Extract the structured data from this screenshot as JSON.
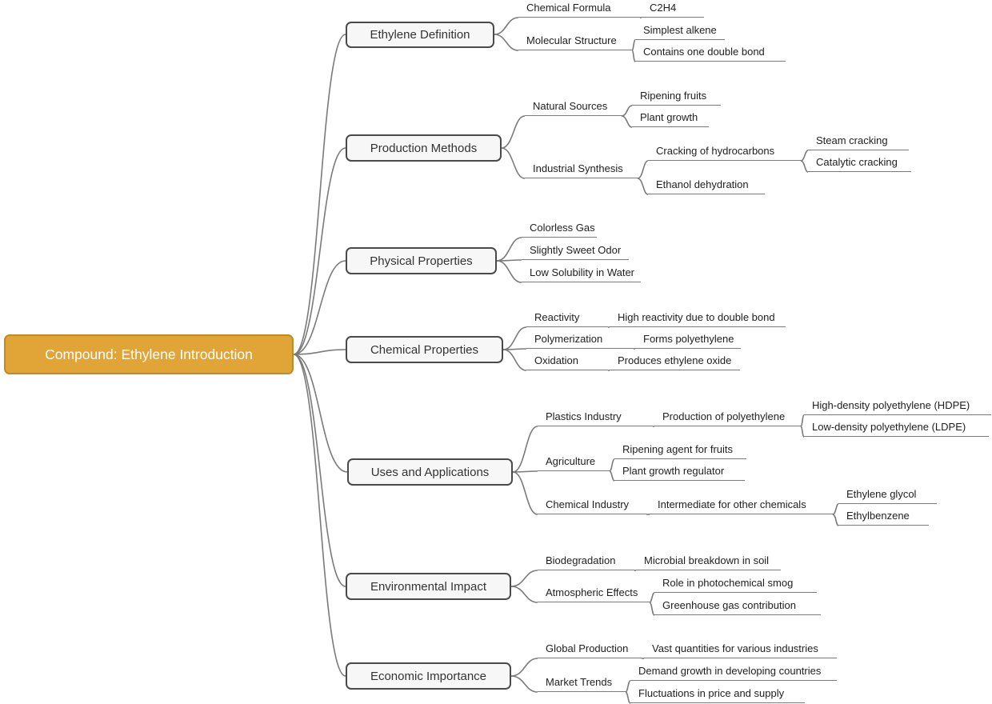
{
  "colors": {
    "background": "#FFFFFF",
    "root_fill": "#E0A437",
    "root_border": "#C08A25",
    "root_text": "#FFFFFF",
    "branch_fill": "#F7F7F7",
    "branch_border": "#4A4A4A",
    "branch_text": "#333333",
    "node_text": "#1E1E1E",
    "line": "#7A7A7A"
  },
  "root": {
    "label": "Compound: Ethylene Introduction"
  },
  "branches": [
    {
      "label": "Ethylene Definition",
      "children": [
        {
          "label": "Chemical Formula",
          "children": [
            {
              "label": "C2H4"
            }
          ]
        },
        {
          "label": "Molecular Structure",
          "children": [
            {
              "label": "Simplest alkene"
            },
            {
              "label": "Contains one double bond"
            }
          ]
        }
      ]
    },
    {
      "label": "Production Methods",
      "children": [
        {
          "label": "Natural Sources",
          "children": [
            {
              "label": "Ripening fruits"
            },
            {
              "label": "Plant growth"
            }
          ]
        },
        {
          "label": "Industrial Synthesis",
          "children": [
            {
              "label": "Cracking of hydrocarbons",
              "children": [
                {
                  "label": "Steam cracking"
                },
                {
                  "label": "Catalytic cracking"
                }
              ]
            },
            {
              "label": "Ethanol dehydration"
            }
          ]
        }
      ]
    },
    {
      "label": "Physical Properties",
      "children": [
        {
          "label": "Colorless Gas"
        },
        {
          "label": "Slightly Sweet Odor"
        },
        {
          "label": "Low Solubility in Water"
        }
      ]
    },
    {
      "label": "Chemical Properties",
      "children": [
        {
          "label": "Reactivity",
          "children": [
            {
              "label": "High reactivity due to double bond"
            }
          ]
        },
        {
          "label": "Polymerization",
          "children": [
            {
              "label": "Forms polyethylene"
            }
          ]
        },
        {
          "label": "Oxidation",
          "children": [
            {
              "label": "Produces ethylene oxide"
            }
          ]
        }
      ]
    },
    {
      "label": "Uses and Applications",
      "children": [
        {
          "label": "Plastics Industry",
          "children": [
            {
              "label": "Production of polyethylene",
              "children": [
                {
                  "label": "High-density polyethylene (HDPE)"
                },
                {
                  "label": "Low-density polyethylene (LDPE)"
                }
              ]
            }
          ]
        },
        {
          "label": "Agriculture",
          "children": [
            {
              "label": "Ripening agent for fruits"
            },
            {
              "label": "Plant growth regulator"
            }
          ]
        },
        {
          "label": "Chemical Industry",
          "children": [
            {
              "label": "Intermediate for other chemicals",
              "children": [
                {
                  "label": "Ethylene glycol"
                },
                {
                  "label": "Ethylbenzene"
                }
              ]
            }
          ]
        }
      ]
    },
    {
      "label": "Environmental Impact",
      "children": [
        {
          "label": "Biodegradation",
          "children": [
            {
              "label": "Microbial breakdown in soil"
            }
          ]
        },
        {
          "label": "Atmospheric Effects",
          "children": [
            {
              "label": "Role in photochemical smog"
            },
            {
              "label": "Greenhouse gas contribution"
            }
          ]
        }
      ]
    },
    {
      "label": "Economic Importance",
      "children": [
        {
          "label": "Global Production",
          "children": [
            {
              "label": "Vast quantities for various industries"
            }
          ]
        },
        {
          "label": "Market Trends",
          "children": [
            {
              "label": "Demand growth in developing countries"
            },
            {
              "label": "Fluctuations in price and supply"
            }
          ]
        }
      ]
    }
  ]
}
